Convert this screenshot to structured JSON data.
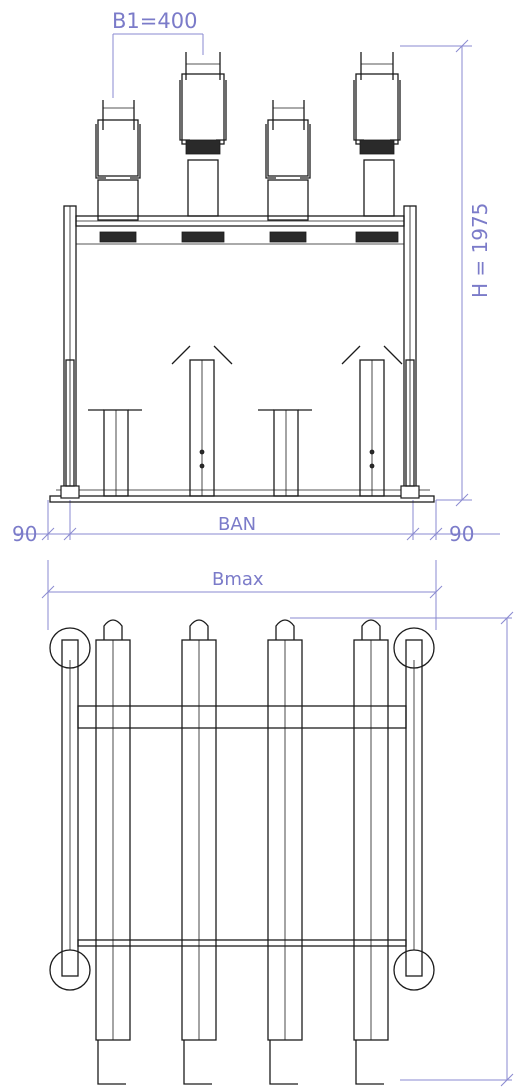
{
  "dimensions": {
    "b1": "B1=400",
    "h": "H = 1975",
    "left_offset": "90",
    "right_offset": "90",
    "ban": "BAN",
    "bmax": "Bmax"
  },
  "colors": {
    "dimension": "#7b7bc9",
    "linework": "#1c1c1c"
  }
}
